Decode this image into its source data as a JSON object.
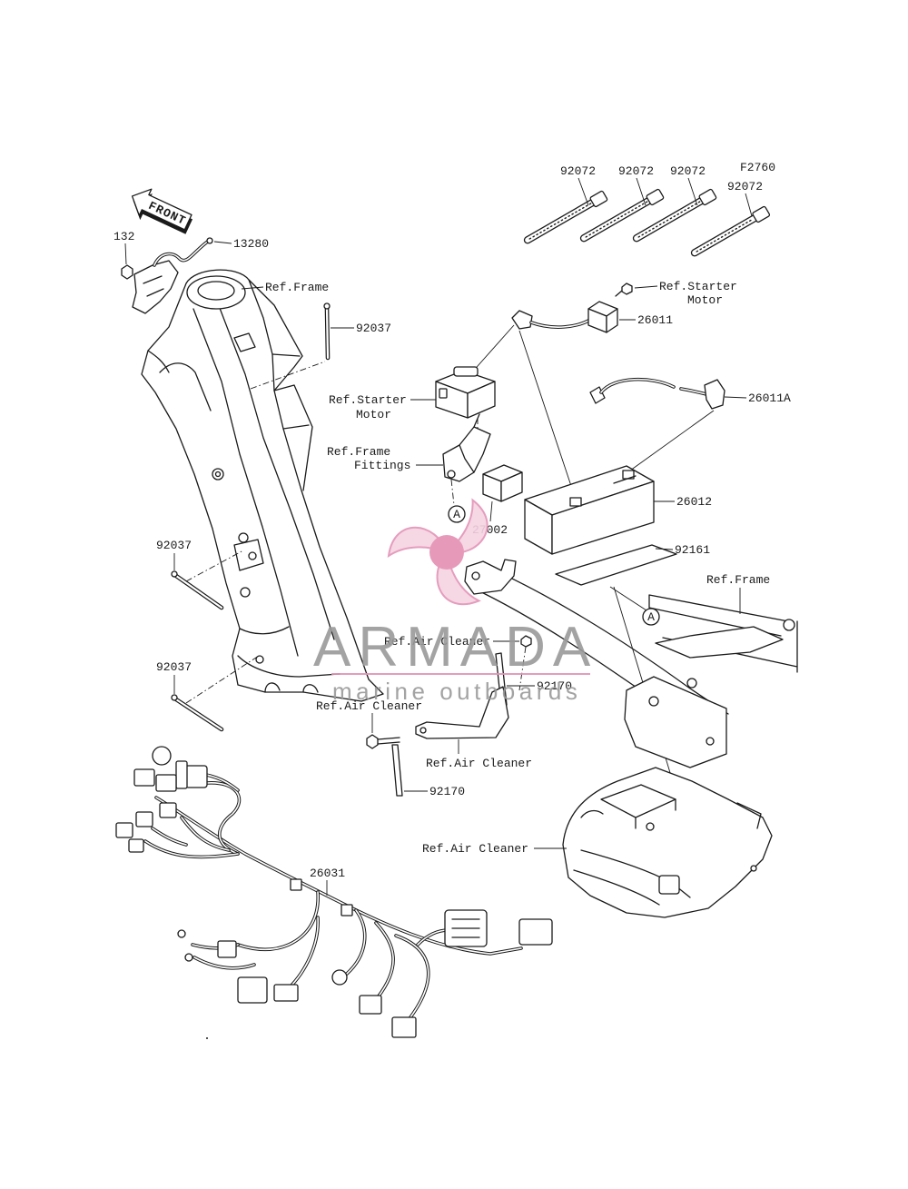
{
  "diagram": {
    "figure_code": "F2760",
    "front_arrow_label": "FRONT",
    "callouts": {
      "bolt_132": "132",
      "part_13280": "13280",
      "ref_frame_head": "Ref.Frame",
      "pin_92037_upper": "92037",
      "strap_92072_a": "92072",
      "strap_92072_b": "92072",
      "strap_92072_c": "92072",
      "strap_92072_d": "92072",
      "ref_starter_motor_bolt": [
        "Ref.Starter",
        "Motor"
      ],
      "cable_26011": "26011",
      "ref_starter_motor_relay": [
        "Ref.Starter",
        "Motor"
      ],
      "cable_26011a": "26011A",
      "ref_frame_fittings": [
        "Ref.Frame",
        "Fittings"
      ],
      "battery_26012": "26012",
      "part_27002": "27002",
      "marker_a_left": "A",
      "marker_a_right": "A",
      "pad_92161": "92161",
      "ref_frame_cross": "Ref.Frame",
      "pin_92037_middle": "92037",
      "ref_air_cleaner_bolt_upper": "Ref.Air Cleaner",
      "strap_92170_upper": "92170",
      "pin_92037_lower": "92037",
      "ref_air_cleaner_bolt_lower": "Ref.Air Cleaner",
      "ref_air_cleaner_bracket": "Ref.Air Cleaner",
      "strap_92170_lower": "92170",
      "ref_air_cleaner_housing": "Ref.Air Cleaner",
      "harness_26031": "26031"
    },
    "line_color": "#1a1a1a"
  },
  "watermark": {
    "brand": "ARMADA",
    "tagline": "marine outboards",
    "brand_text_color": "#9a9a9a",
    "logo_pink": "#e58fb2",
    "logo_pink_light": "#f6d3e2"
  }
}
